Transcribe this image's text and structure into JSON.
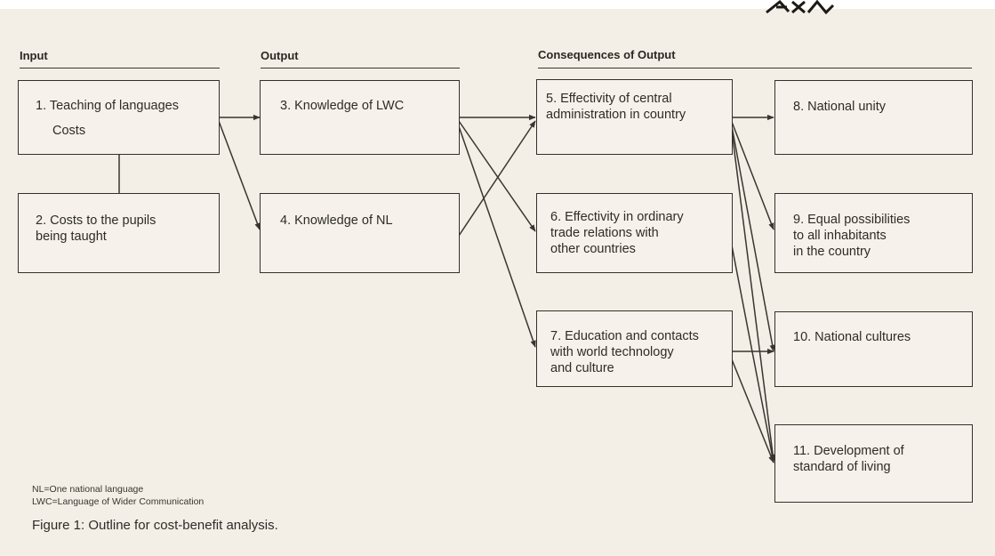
{
  "headers": {
    "input": "Input",
    "output": "Output",
    "consequences": "Consequences of Output"
  },
  "boxes": {
    "b1": {
      "line1": "1. Teaching of languages",
      "line2": "Costs"
    },
    "b2": {
      "text": "2. Costs to the pupils\nbeing taught"
    },
    "b3": {
      "text": "3. Knowledge of LWC"
    },
    "b4": {
      "text": "4. Knowledge of NL"
    },
    "b5": {
      "text": "5. Effectivity of central\nadministration in country"
    },
    "b6": {
      "text": "6. Effectivity in ordinary\ntrade relations with\nother countries"
    },
    "b7": {
      "text": "7. Education and contacts\nwith world technology\nand culture"
    },
    "b8": {
      "text": "8. National unity"
    },
    "b9": {
      "text": "9. Equal possibilities\nto all inhabitants\nin the country"
    },
    "b10": {
      "text": "10. National cultures"
    },
    "b11": {
      "text": "11. Development of\nstandard of living"
    }
  },
  "legend": {
    "nl": "NL=One national language",
    "lwc": "LWC=Language of Wider Communication"
  },
  "caption": "Figure 1: Outline for cost-benefit analysis.",
  "colors": {
    "line": "#3a3530",
    "paper": "#f3eee6",
    "box": "#f6f2eb"
  }
}
